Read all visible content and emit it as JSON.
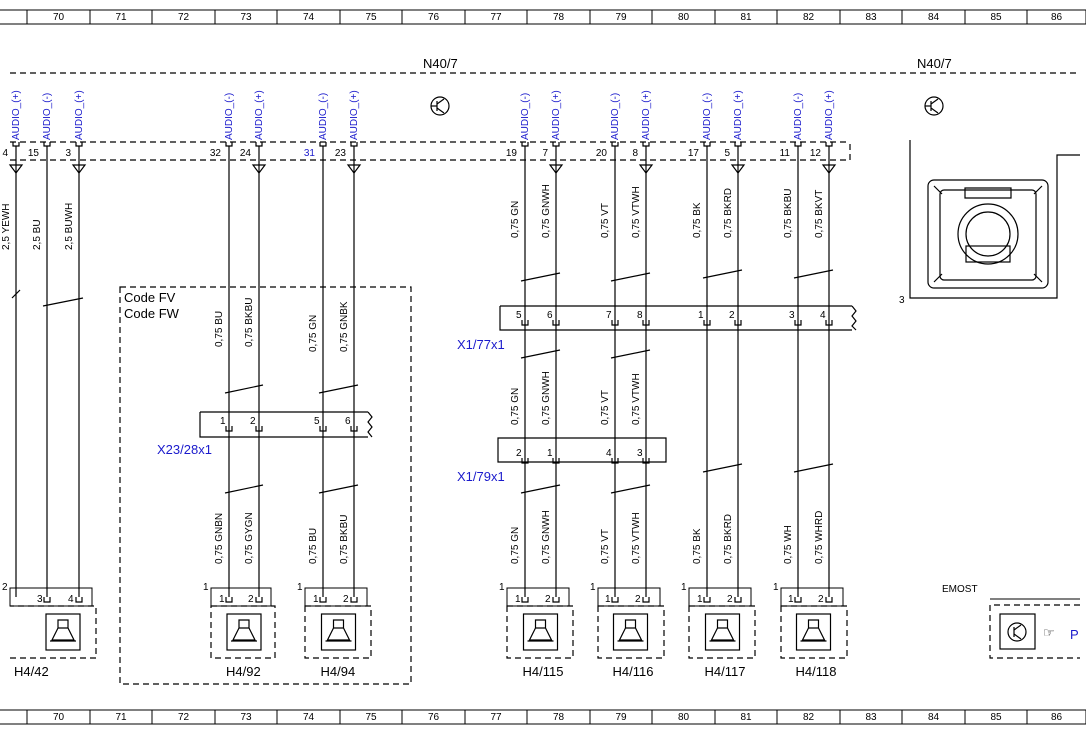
{
  "ruler": [
    "70",
    "71",
    "72",
    "73",
    "74",
    "75",
    "76",
    "77",
    "78",
    "79",
    "80",
    "81",
    "82",
    "83",
    "84",
    "85",
    "86"
  ],
  "modules": {
    "left": "N40/7",
    "right": "N40/7"
  },
  "pins_top": [
    {
      "sig": "AUDIO_(+)",
      "num": "4"
    },
    {
      "sig": "AUDIO_(-)",
      "num": "15"
    },
    {
      "sig": "AUDIO_(+)",
      "num": "3"
    },
    {
      "sig": "AUDIO_(-)",
      "num": "32"
    },
    {
      "sig": "AUDIO_(+)",
      "num": "24"
    },
    {
      "sig": "AUDIO_(-)",
      "num": "31"
    },
    {
      "sig": "AUDIO_(+)",
      "num": "23"
    },
    {
      "sig": "AUDIO_(-)",
      "num": "19"
    },
    {
      "sig": "AUDIO_(+)",
      "num": "7"
    },
    {
      "sig": "AUDIO_(-)",
      "num": "20"
    },
    {
      "sig": "AUDIO_(+)",
      "num": "8"
    },
    {
      "sig": "AUDIO_(-)",
      "num": "17"
    },
    {
      "sig": "AUDIO_(+)",
      "num": "5"
    },
    {
      "sig": "AUDIO_(-)",
      "num": "11"
    },
    {
      "sig": "AUDIO_(+)",
      "num": "12"
    }
  ],
  "wires_top": [
    "2,5 YEWH",
    "2,5 BU",
    "2,5 BUWH",
    "0,75 BU",
    "0,75 BKBU",
    "0,75 GN",
    "0,75 GNBK",
    "0,75 GN",
    "0,75 GNWH",
    "0,75 VT",
    "0,75 VTWH",
    "0,75 BK",
    "0,75 BKRD",
    "0,75 BKBU",
    "0,75 BKVT"
  ],
  "wires_mid": [
    "0,75 GN",
    "0,75 GNWH",
    "0,75 VT",
    "0,75 VTWH"
  ],
  "wires_bot": [
    "0,75 GNBN",
    "0,75 GYGN",
    "0,75 BU",
    "0,75 BKBU",
    "0,75 GN",
    "0,75 GNWH",
    "0,75 VT",
    "0,75 VTWH",
    "0,75 BK",
    "0,75 BKRD",
    "0,75 WH",
    "0,75 WHRD"
  ],
  "code_box": {
    "line1": "Code FV",
    "line2": "Code FW"
  },
  "connectors": {
    "x23": {
      "label": "X23/28x1",
      "pins": [
        "1",
        "2",
        "5",
        "6"
      ]
    },
    "x77": {
      "label": "X1/77x1",
      "pins": [
        "5",
        "6",
        "7",
        "8",
        "1",
        "2",
        "3",
        "4"
      ]
    },
    "x79": {
      "label": "X1/79x1",
      "pins": [
        "2",
        "1",
        "4",
        "3"
      ]
    }
  },
  "speakers": [
    {
      "label": "H4/42",
      "pin_a": "3",
      "pin_b": "4",
      "corner": "2"
    },
    {
      "label": "H4/92",
      "pin_a": "1",
      "pin_b": "2",
      "corner": "1"
    },
    {
      "label": "H4/94",
      "pin_a": "1",
      "pin_b": "2",
      "corner": "1"
    },
    {
      "label": "H4/115",
      "pin_a": "1",
      "pin_b": "2",
      "corner": "1"
    },
    {
      "label": "H4/116",
      "pin_a": "1",
      "pin_b": "2",
      "corner": "1"
    },
    {
      "label": "H4/117",
      "pin_a": "1",
      "pin_b": "2",
      "corner": "1"
    },
    {
      "label": "H4/118",
      "pin_a": "1",
      "pin_b": "2",
      "corner": "1"
    }
  ],
  "emost": {
    "label": "EMOST",
    "link": "P"
  },
  "fiber_module": {
    "label": "3"
  }
}
